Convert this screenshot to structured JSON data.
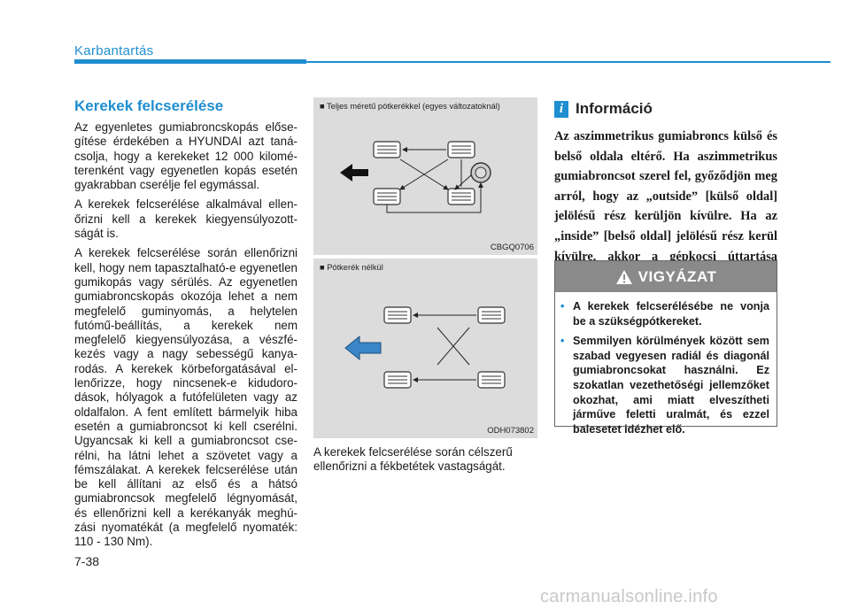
{
  "header": {
    "title": "Karbantartás"
  },
  "left": {
    "title": "Kerekek felcserélése",
    "paragraphs": [
      "Az egyenletes gumiabroncskopás előse­gítése érdekében a HYUNDAI azt taná­csolja, hogy a kerekeket 12 000 kilomé­terenként vagy egyenetlen kopás esetén gyakrabban cserélje fel egymással.",
      "A kerekek felcserélése alkalmával ellen­őrizni kell a kerekek kiegyensúlyozott­ságát is.",
      "A kerekek felcserélése során ellenőrizni kell, hogy nem tapasztalható-e egyenet­len gumikopás vagy sérülés. Az egye­netlen gumiabroncskopás okozója lehet a nem megfelelő guminyomás, a hely­telen futómű-beállítás, a kerekek nem megfelelő kiegyensúlyozása, a vészfé­kezés vagy a nagy sebességű kanya­rodás. A kerekek körbeforgatásával el­lenőrizze, hogy nincsenek-e kidudoro­dások, hólyagok a futófelületen vagy az oldalfalon. A fent említett bármelyik hiba esetén a gumiabroncsot ki kell cserélni. Ugyancsak ki kell a gumiabroncsot cse­rélni, ha látni lehet a szövetet vagy a fémszálakat. A kerekek felcserélése után be kell állítani az első és a hátsó gumiabroncsok megfelelő légnyomását, és ellenőrizni kell a kerékanyák meghú­zási nyomatékát (a megfelelő nyomaték: 110 - 130 Nm)."
    ]
  },
  "middle": {
    "figure1": {
      "caption": "■ Teljes méretű pótkerékkel (egyes változatoknál)",
      "code": "CBGQ0706"
    },
    "figure2": {
      "caption": "■ Pótkerék nélkül",
      "code": "ODH073802"
    },
    "text": "A kerekek felcserélése során célszerű ellenőrizni a fékbetétek vastagságát."
  },
  "right": {
    "info_icon": "i",
    "info_title": "Információ",
    "info_text": "Az aszimmetrikus gumiabroncs külső és belső oldala eltérő. Ha aszimmet­rikus gumiabroncsot szerel fel, győ­ződjön meg arról, hogy az „outside” [külső oldal] jelölésű rész kerüljön kívülre. Ha az „inside” [belső oldal] jelölésű rész kerül kívülre, akkor a gépkocsi úttartása leromolhat.",
    "warning": {
      "title": "VIGYÁZAT",
      "items": [
        "A kerekek felcserélésébe ne vonja be a szükségpótkereket.",
        "Semmilyen körülmények között sem szabad vegyesen radiál és diagonál gumiabroncsokat hasz­nálni. Ez szokatlan vezethetőségi jellemzőket okozhat, ami miatt el­veszítheti járműve feletti uralmát, és ezzel balesetet idézhet elő."
      ]
    }
  },
  "footer": {
    "page_number": "7-38",
    "watermark": "carmanualsonline.info"
  },
  "colors": {
    "accent": "#1f8ed0",
    "figure_bg": "#dcdcdc",
    "warning_head": "#8a8a8a"
  },
  "icons": [
    "info-icon",
    "warning-triangle-icon",
    "arrow-left-icon",
    "wheel-icon",
    "spare-wheel-icon"
  ]
}
